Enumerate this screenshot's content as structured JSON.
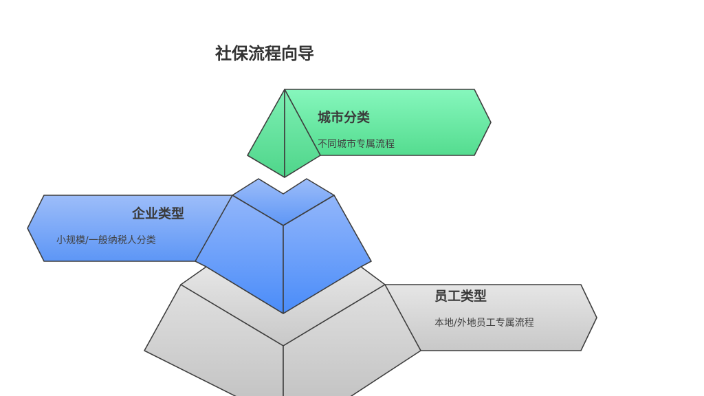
{
  "title": "社保流程向导",
  "layers": [
    {
      "id": "city",
      "heading": "城市分类",
      "subtitle": "不同城市专属流程",
      "color_top": "#86f7bd",
      "color_bottom": "#54dc8f"
    },
    {
      "id": "enterprise",
      "heading": "企业类型",
      "subtitle": "小规模/一般纳税人分类",
      "color_top": "#9dbdf9",
      "color_bottom": "#4c8ff9"
    },
    {
      "id": "employee",
      "heading": "员工类型",
      "subtitle": "本地/外地员工专属流程",
      "color_top": "#e4e4e4",
      "color_bottom": "#c6c6c6"
    }
  ]
}
